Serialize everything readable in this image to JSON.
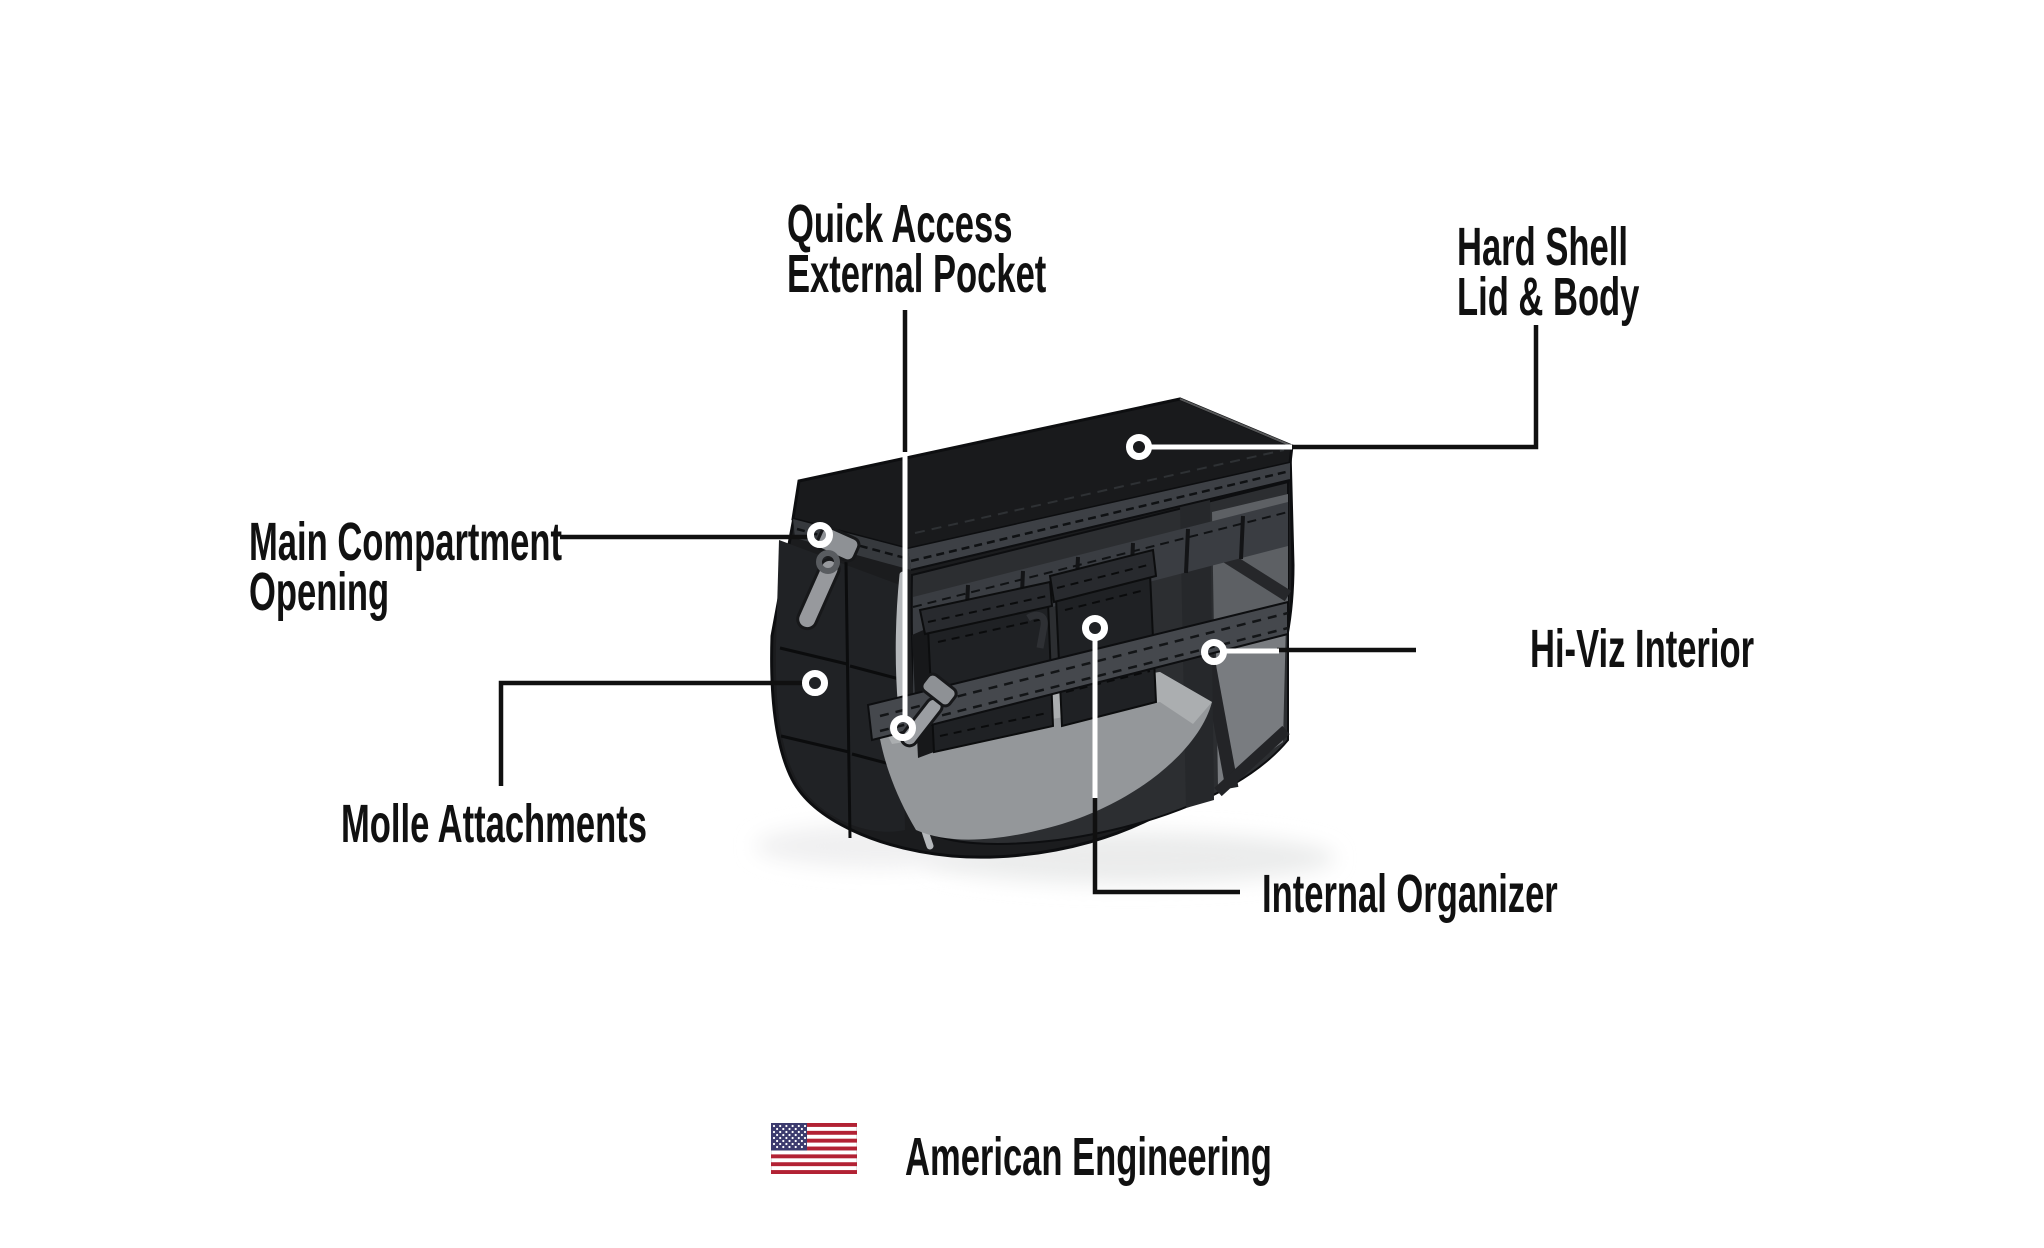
{
  "diagram": {
    "subject": "hard shell motorcycle saddlebag cutaway",
    "callouts": {
      "quick_access": {
        "lines": [
          "Quick Access",
          "External Pocket"
        ]
      },
      "hard_shell": {
        "lines": [
          "Hard Shell",
          "Lid & Body"
        ]
      },
      "main_compartment": {
        "lines": [
          "Main Compartment",
          "Opening"
        ]
      },
      "molle": {
        "lines": [
          "Molle Attachments"
        ]
      },
      "hi_viz": {
        "lines": [
          "Hi-Viz Interior"
        ]
      },
      "internal_organizer": {
        "lines": [
          "Internal Organizer"
        ]
      }
    },
    "marker_count": "6"
  },
  "footer": {
    "tagline": "American Engineering"
  },
  "colors": {
    "background": "#ffffff",
    "text": "#111111",
    "callout_line": "#101010",
    "callout_line_on_dark": "#ffffff",
    "marker_ring": "#ffffff",
    "shell_black": "#191a1c",
    "band_gray": "#3d4045",
    "strap_gray": "#45484d",
    "interior_floor_gray": "#94979a",
    "zipper_pull_gray": "#97999d",
    "flag_red": "#B22234",
    "flag_blue": "#3C3B6E",
    "flag_white": "#ffffff"
  }
}
